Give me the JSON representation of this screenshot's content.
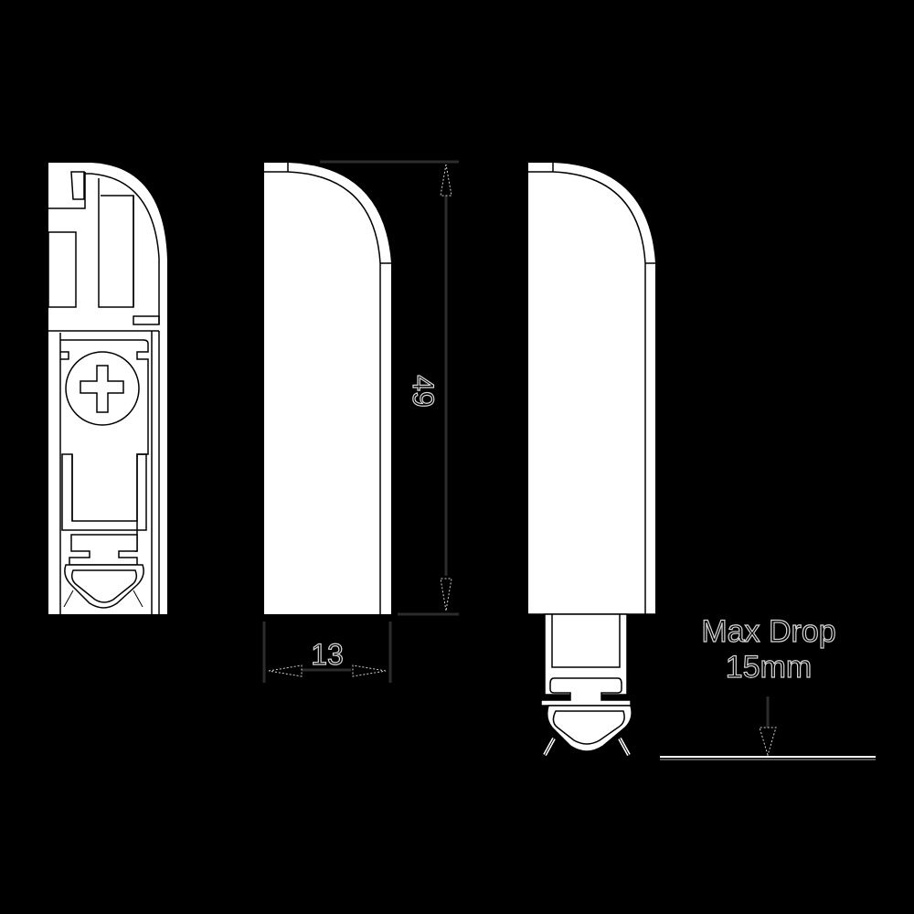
{
  "diagram": {
    "background": "#000000",
    "line_color": "#ffffff",
    "dimension_color": "#2a2a2a",
    "views": [
      {
        "id": "cross-section",
        "description": "Cross-section view with screw and seal"
      },
      {
        "id": "side-view-retracted",
        "description": "Side view, seal retracted"
      },
      {
        "id": "side-view-dropped",
        "description": "Side view, seal dropped"
      }
    ],
    "dimensions": {
      "height": {
        "value": "49",
        "orientation": "vertical"
      },
      "width": {
        "value": "13",
        "orientation": "horizontal"
      }
    },
    "annotation": {
      "line1": "Max Drop",
      "line2": "15mm"
    }
  }
}
